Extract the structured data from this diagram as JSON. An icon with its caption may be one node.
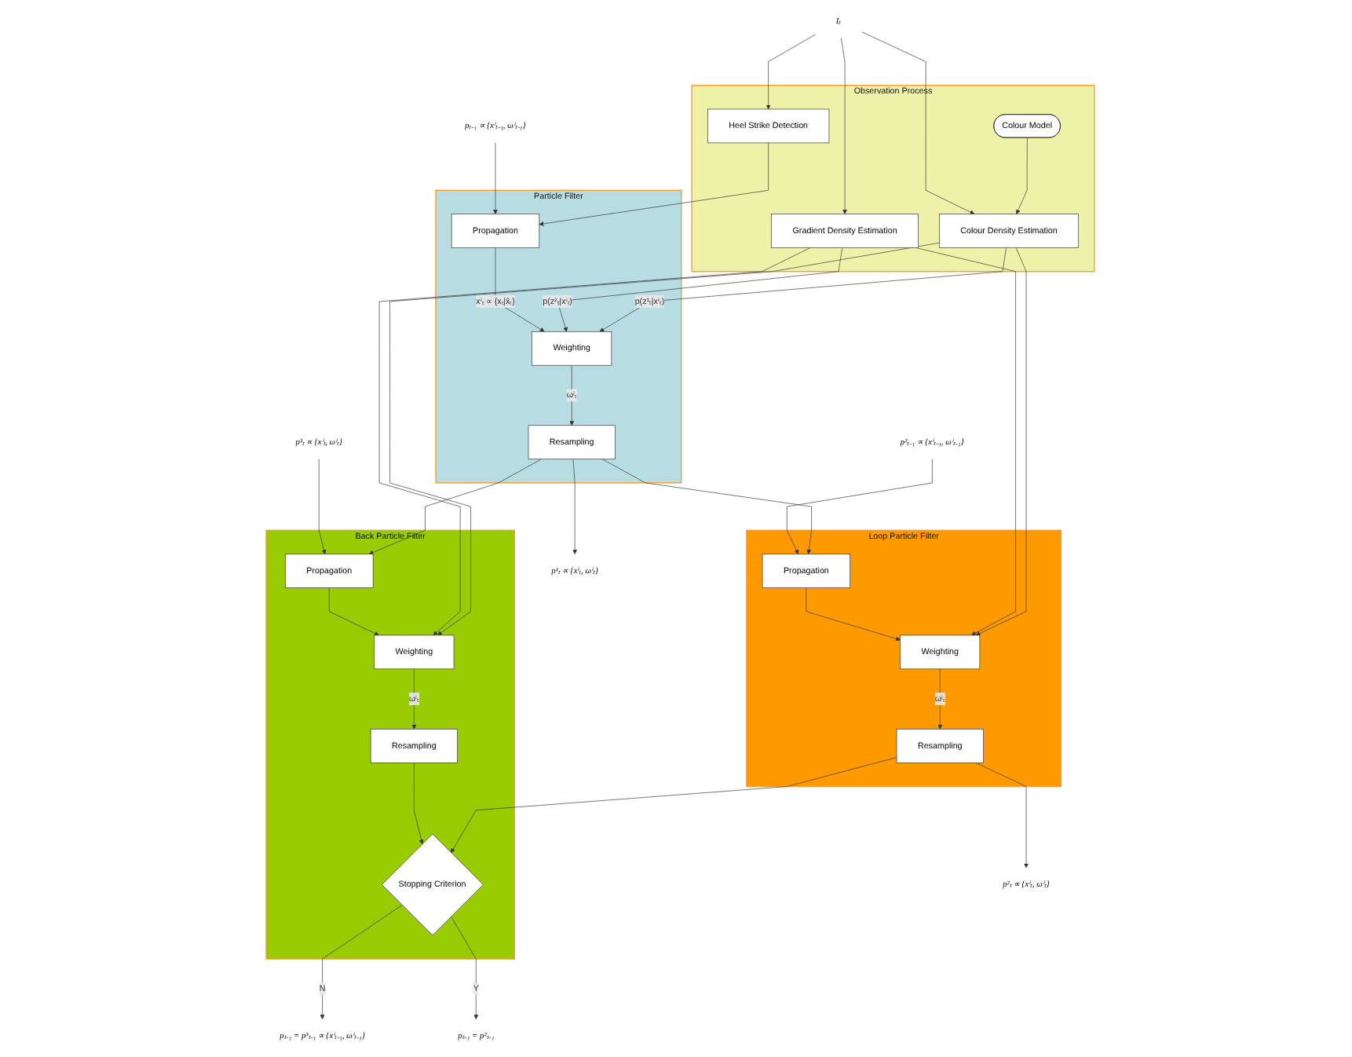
{
  "diagram": {
    "nodes": [
      {
        "text": [
          "Observation Process"
        ]
      },
      {
        "text": [
          "Colour Model"
        ],
        "in": 0
      },
      {
        "text": [
          "Colour Density Estimation"
        ],
        "in": 0
      },
      {
        "text": [
          "Heel Strike Detection"
        ],
        "in": 0
      },
      {
        "text": [
          "Gradient Density Estimation"
        ],
        "in": 0
      },
      {
        "text": [
          "Particle Filter"
        ]
      },
      {
        "text": [
          "Propagation"
        ],
        "in": 5
      },
      {
        "text": [
          "Weighting"
        ],
        "in": 5
      },
      {
        "text": [
          "Resampling"
        ],
        "in": 5
      },
      {
        "text": [
          "Loop Particle Filter"
        ]
      },
      {
        "text": [
          "Propagation"
        ],
        "in": 9
      },
      {
        "text": [
          "Weighting"
        ],
        "in": 9
      },
      {
        "text": [
          "Resampling"
        ],
        "in": 9
      },
      {
        "text": [
          "Back Particle Filter"
        ]
      },
      {
        "text": [
          "Stopping Criterion"
        ],
        "in": 13
      },
      {
        "text": [
          "Resampling"
        ],
        "in": 13
      },
      {
        "text": [
          "Weighting"
        ],
        "in": 13
      },
      {
        "text": [
          "Propagation"
        ],
        "in": 13
      },
      {
        "text": [
          "Iₜ"
        ]
      },
      {
        "text": [
          "pₜ₋₁ ∝ {xⁱₜ₋₁, ωⁱₜ₋₁}"
        ]
      },
      {
        "text": [
          "p²ₜ₋₁ ∝ {xⁱₜ₋₁, ωⁱₜ₋₁}"
        ]
      },
      {
        "text": [
          "p¹ₜ ∝ {xⁱₜ, ωⁱₜ}"
        ]
      },
      {
        "text": [
          "p²ₜ ∝ {xⁱₜ, ωⁱₜ}"
        ]
      },
      {
        "text": [
          "p³ₜ ∝ {xⁱₜ, ωⁱₜ}"
        ]
      },
      {
        "text": [
          "pₜ₋₁ = p³ₜ₋₁ ∝ {xⁱₜ₋₁, ωⁱₜ₋₁}"
        ]
      },
      {
        "text": [
          "pₜ₋₁ = p²ₜ₋₁"
        ]
      }
    ],
    "edges": [
      {
        "from": 1,
        "to": 2,
        "arrow": "to"
      },
      {
        "from": 18,
        "to": 2,
        "arrow": "to"
      },
      {
        "from": 18,
        "to": 3,
        "arrow": "to"
      },
      {
        "from": 18,
        "to": 4,
        "arrow": "to"
      },
      {
        "from": 2,
        "to": 7,
        "arrow": "to",
        "label": "p(z¹ₜ|xⁱₜ)"
      },
      {
        "from": 4,
        "to": 7,
        "arrow": "to",
        "label": "p(z²ₜ|xⁱₜ)"
      },
      {
        "from": 2,
        "to": 11,
        "arrow": "to"
      },
      {
        "from": 4,
        "to": 11,
        "arrow": "to"
      },
      {
        "from": 2,
        "to": 16,
        "arrow": "to"
      },
      {
        "from": 4,
        "to": 16,
        "arrow": "to"
      },
      {
        "from": 3,
        "to": 6,
        "arrow": "to"
      },
      {
        "from": 19,
        "to": 6,
        "arrow": "to"
      },
      {
        "from": 6,
        "to": 7,
        "arrow": "to",
        "label": "xⁱₜ ∝ {xₜ|x̂ₜ}"
      },
      {
        "from": 7,
        "to": 8,
        "arrow": "to",
        "label": "ωⁱₜ"
      },
      {
        "from": 8,
        "to": 21,
        "arrow": "to"
      },
      {
        "from": 8,
        "to": 10,
        "arrow": "to"
      },
      {
        "from": 8,
        "to": 17,
        "arrow": "to"
      },
      {
        "from": 20,
        "to": 10,
        "arrow": "to"
      },
      {
        "from": 10,
        "to": 11,
        "arrow": "to"
      },
      {
        "from": 11,
        "to": 12,
        "arrow": "to",
        "label": "ωⁱₜ"
      },
      {
        "from": 12,
        "to": 22,
        "arrow": "to"
      },
      {
        "from": 12,
        "to": 14,
        "arrow": "to"
      },
      {
        "from": 23,
        "to": 17,
        "arrow": "to"
      },
      {
        "from": 17,
        "to": 16,
        "arrow": "to"
      },
      {
        "from": 16,
        "to": 15,
        "arrow": "to",
        "label": "ωⁱₜ"
      },
      {
        "from": 15,
        "to": 14,
        "arrow": "to"
      },
      {
        "from": 14,
        "to": 24,
        "arrow": "to",
        "label": "N"
      },
      {
        "from": 14,
        "to": 25,
        "arrow": "to",
        "label": "Y"
      }
    ]
  }
}
